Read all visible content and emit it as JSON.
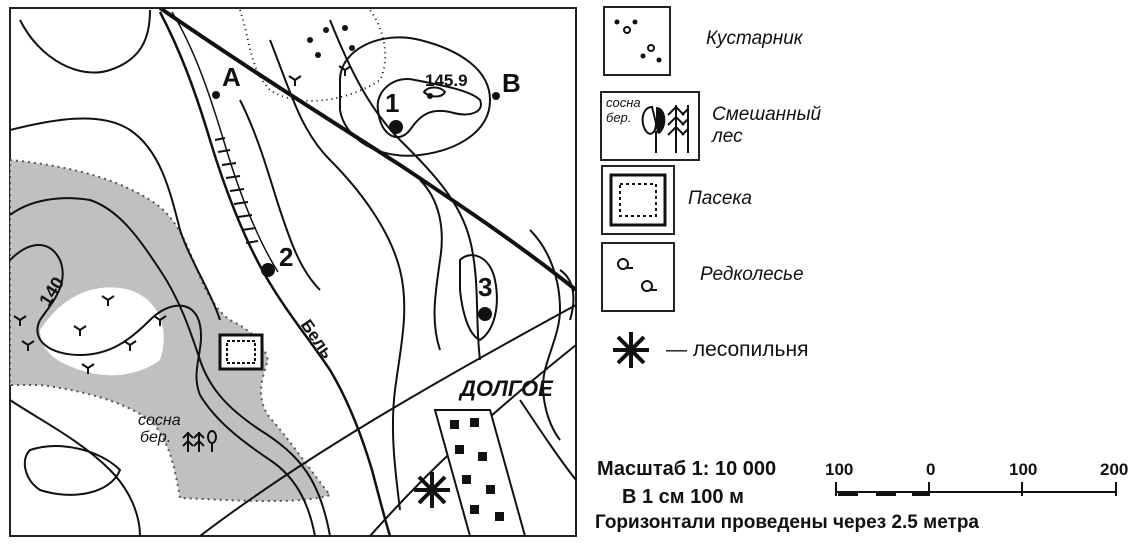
{
  "map": {
    "points": {
      "a": "A",
      "b": "B",
      "p1": "1",
      "p2": "2",
      "p3": "3"
    },
    "elevation_mark": "145.9",
    "contour_label": "140",
    "river_name": "Бель",
    "village_name": "ДОЛГОЕ",
    "tree_label_line1": "сосна",
    "tree_label_line2": "бер."
  },
  "legend": {
    "shrub": "Кустарник",
    "mixed_forest_line1": "Смешанный",
    "mixed_forest_line2": "лес",
    "mixed_sample_line1": "сосна",
    "mixed_sample_line2": "бер.",
    "apiary": "Пасека",
    "sparse_forest": "Редколесье",
    "sawmill": "— лесопильня"
  },
  "scale": {
    "ratio": "Масштаб  1: 10 000",
    "cm_text": "В 1 см 100 м",
    "contour_interval": "Горизонтали проведены через 2.5 метра",
    "ticks": [
      "100",
      "0",
      "100",
      "200"
    ]
  },
  "colors": {
    "forest_fill": "#c0c0c0",
    "ink": "#111111"
  }
}
